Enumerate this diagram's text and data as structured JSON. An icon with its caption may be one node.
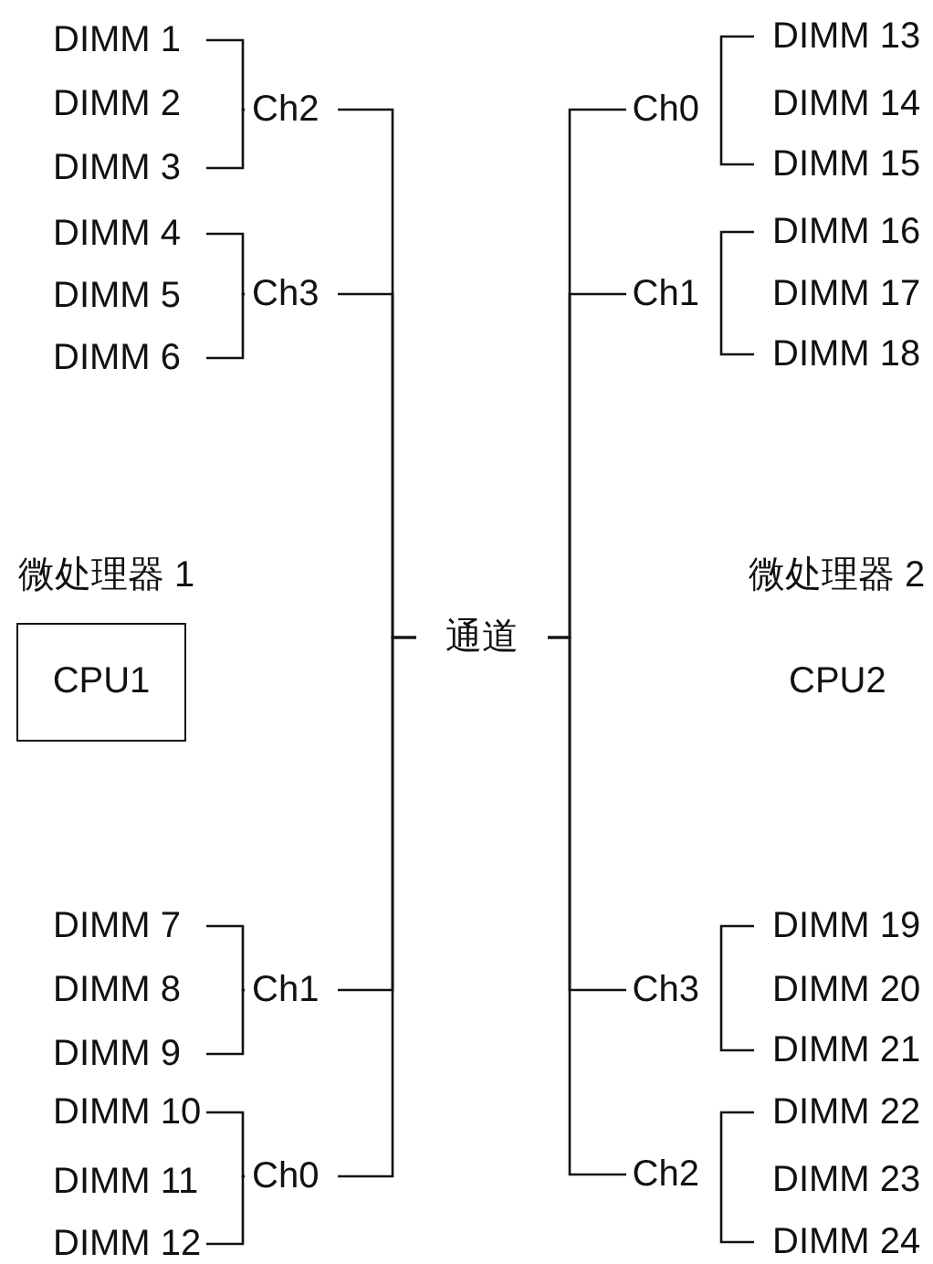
{
  "diagram": {
    "nodes": [
      {
        "text": [
          "DIMM 1"
        ]
      },
      {
        "text": [
          "DIMM 2"
        ]
      },
      {
        "text": [
          "DIMM 3"
        ]
      },
      {
        "text": [
          "DIMM 4"
        ]
      },
      {
        "text": [
          "DIMM 5"
        ]
      },
      {
        "text": [
          "DIMM 6"
        ]
      },
      {
        "text": [
          "DIMM 7"
        ]
      },
      {
        "text": [
          "DIMM 8"
        ]
      },
      {
        "text": [
          "DIMM 9"
        ]
      },
      {
        "text": [
          "DIMM 10"
        ]
      },
      {
        "text": [
          "DIMM 11"
        ]
      },
      {
        "text": [
          "DIMM 12"
        ]
      },
      {
        "text": [
          "Ch2"
        ]
      },
      {
        "text": [
          "Ch3"
        ]
      },
      {
        "text": [
          "Ch1"
        ]
      },
      {
        "text": [
          "Ch0"
        ]
      },
      {
        "text": [
          "DIMM 13"
        ]
      },
      {
        "text": [
          "DIMM 14"
        ]
      },
      {
        "text": [
          "DIMM 15"
        ]
      },
      {
        "text": [
          "DIMM 16"
        ]
      },
      {
        "text": [
          "DIMM 17"
        ]
      },
      {
        "text": [
          "DIMM 18"
        ]
      },
      {
        "text": [
          "DIMM 19"
        ]
      },
      {
        "text": [
          "DIMM 20"
        ]
      },
      {
        "text": [
          "DIMM 21"
        ]
      },
      {
        "text": [
          "DIMM 22"
        ]
      },
      {
        "text": [
          "DIMM 23"
        ]
      },
      {
        "text": [
          "DIMM 24"
        ]
      },
      {
        "text": [
          "Ch0"
        ]
      },
      {
        "text": [
          "Ch1"
        ]
      },
      {
        "text": [
          "Ch3"
        ]
      },
      {
        "text": [
          "Ch2"
        ]
      },
      {
        "text": [
          "通道"
        ]
      },
      {
        "text": [
          "微处理器 1",
          "CPU1"
        ]
      }
    ],
    "edges": [
      {
        "from": 0,
        "to": 12,
        "arrow": "none"
      },
      {
        "from": 2,
        "to": 12,
        "arrow": "none"
      },
      {
        "from": 3,
        "to": 13,
        "arrow": "none"
      },
      {
        "from": 5,
        "to": 13,
        "arrow": "none"
      },
      {
        "from": 6,
        "to": 14,
        "arrow": "none"
      },
      {
        "from": 8,
        "to": 14,
        "arrow": "none"
      },
      {
        "from": 9,
        "to": 15,
        "arrow": "none"
      },
      {
        "from": 11,
        "to": 15,
        "arrow": "none"
      },
      {
        "from": 16,
        "to": 28,
        "arrow": "none"
      },
      {
        "from": 18,
        "to": 28,
        "arrow": "none"
      },
      {
        "from": 19,
        "to": 29,
        "arrow": "none"
      },
      {
        "from": 21,
        "to": 29,
        "arrow": "none"
      },
      {
        "from": 22,
        "to": 30,
        "arrow": "none"
      },
      {
        "from": 24,
        "to": 30,
        "arrow": "none"
      },
      {
        "from": 25,
        "to": 31,
        "arrow": "none"
      },
      {
        "from": 27,
        "to": 31,
        "arrow": "none"
      },
      {
        "from": 12,
        "to": 32,
        "arrow": "none"
      },
      {
        "from": 13,
        "to": 32,
        "arrow": "none"
      },
      {
        "from": 14,
        "to": 32,
        "arrow": "none"
      },
      {
        "from": 15,
        "to": 32,
        "arrow": "none"
      },
      {
        "from": 28,
        "to": 32,
        "arrow": "none"
      },
      {
        "from": 29,
        "to": 32,
        "arrow": "none"
      },
      {
        "from": 30,
        "to": 32,
        "arrow": "none"
      },
      {
        "from": 31,
        "to": 32,
        "arrow": "none"
      }
    ],
    "labels": [
      "微处理器 2",
      "CPU2"
    ]
  }
}
